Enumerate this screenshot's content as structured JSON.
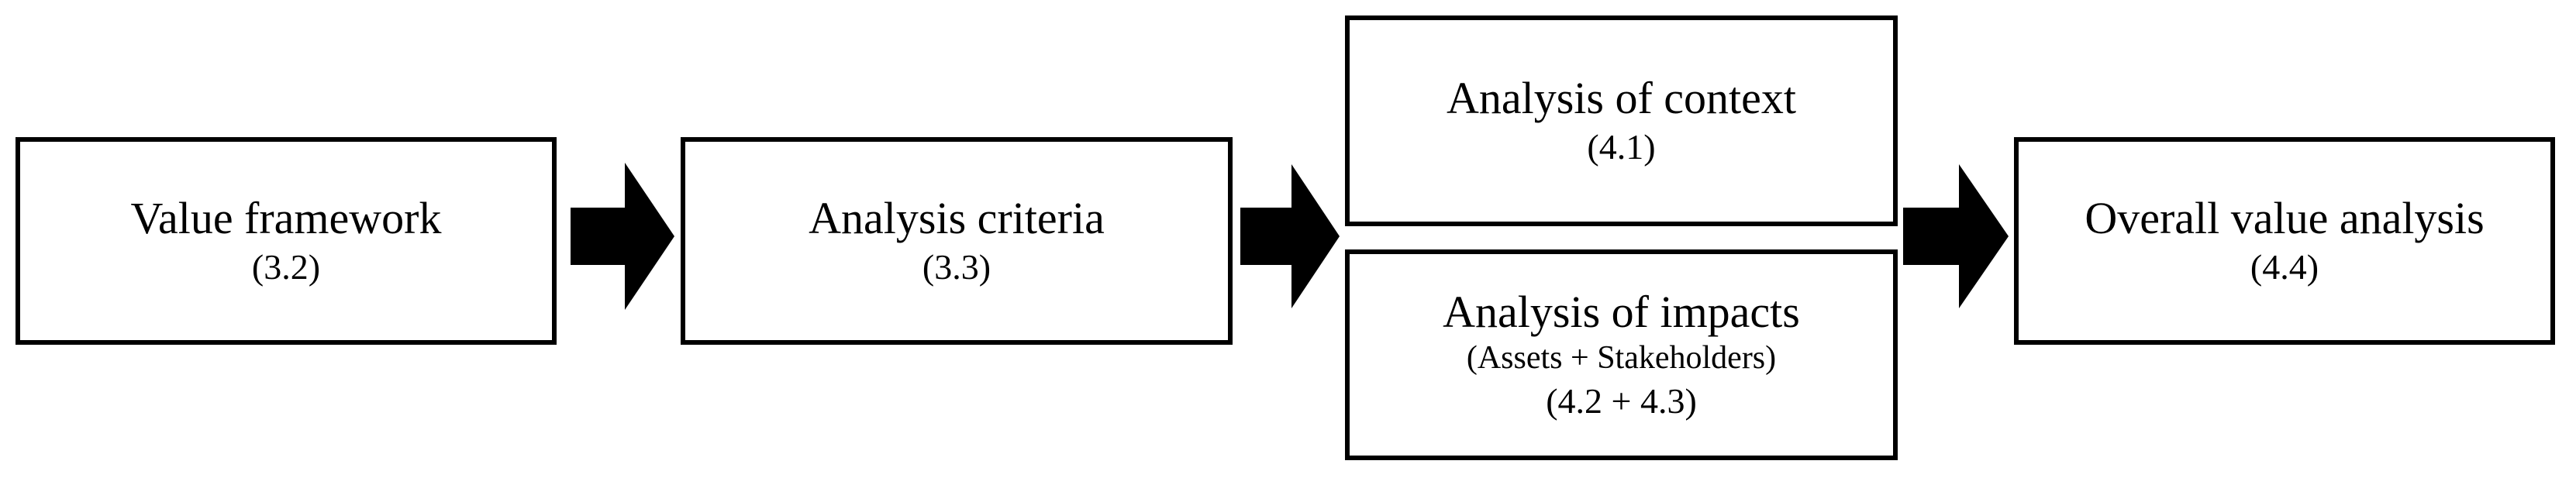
{
  "nodes": {
    "value_framework": {
      "title": "Value framework",
      "ref": "(3.2)"
    },
    "analysis_criteria": {
      "title": "Analysis criteria",
      "ref": "(3.3)"
    },
    "analysis_context": {
      "title": "Analysis of context",
      "ref": "(4.1)"
    },
    "analysis_impacts": {
      "title": "Analysis of impacts",
      "subtitle": "(Assets + Stakeholders)",
      "ref": "(4.2 + 4.3)"
    },
    "overall_value": {
      "title": "Overall value analysis",
      "ref": "(4.4)"
    }
  },
  "colors": {
    "stroke": "#000000",
    "fill": "#ffffff",
    "arrow": "#000000"
  }
}
